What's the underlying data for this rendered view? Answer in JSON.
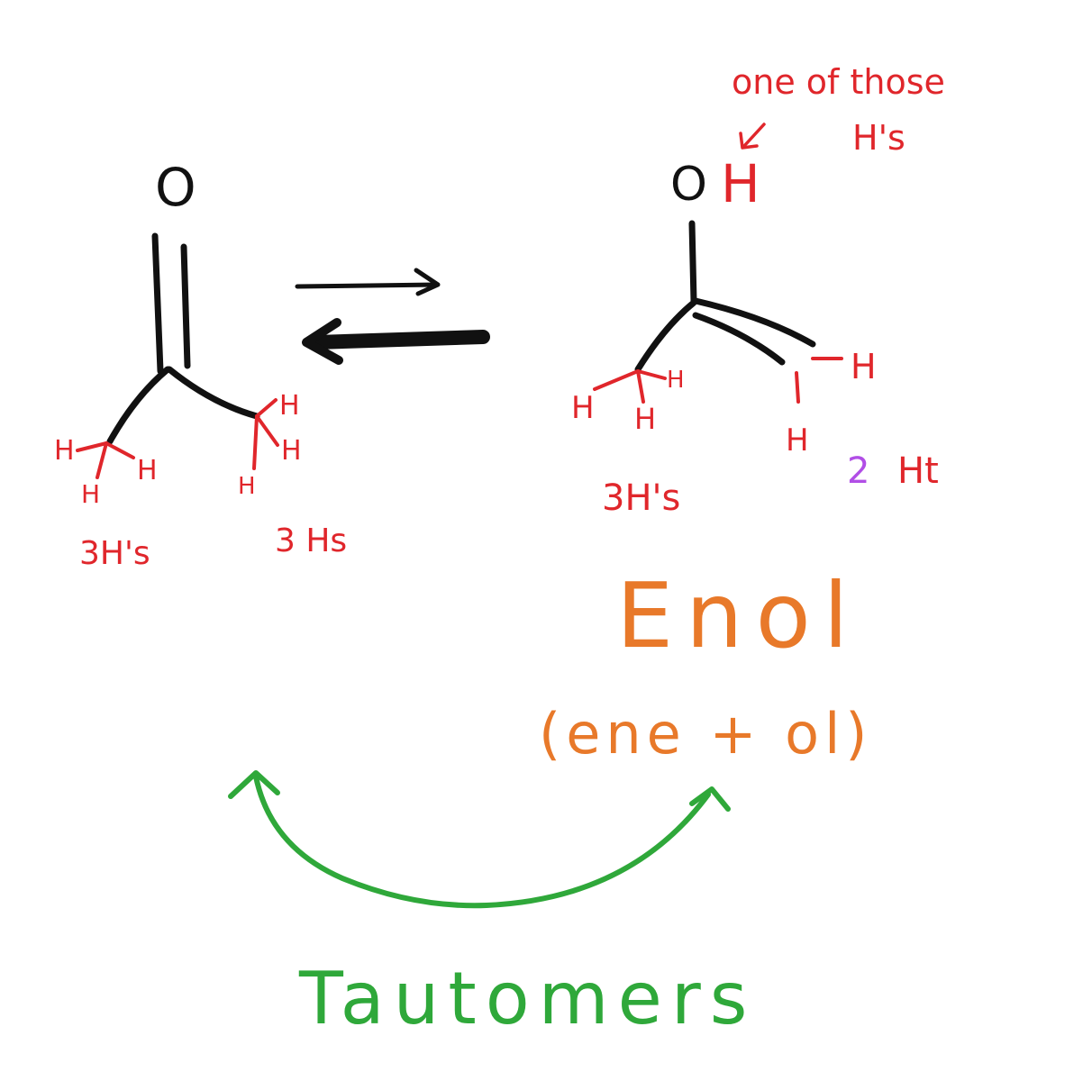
{
  "colors": {
    "bond": "#111111",
    "hydrogen": "#e0262b",
    "enol_label": "#e8792a",
    "count_highlight": "#b14ee6",
    "tautomers": "#2fa83a"
  },
  "ketone": {
    "oxygen": "O",
    "h_left_top": "H",
    "h_left_right": "H",
    "h_left_bottom": "H",
    "h_right_top": "H",
    "h_right_mid": "H",
    "h_right_bottom": "H",
    "count_left": "3H's",
    "count_right": "3 Hs"
  },
  "enol": {
    "oxygen": "O",
    "hydroxyl_h": "H",
    "h_methyl_left": "H",
    "h_methyl_bottom": "H",
    "h_methyl_right": "H",
    "h_vinyl_right": "H",
    "h_vinyl_bottom": "H",
    "count_methyl": "3H's",
    "count_vinyl_number": "2",
    "count_vinyl_label": "Ht",
    "note_line1": "one of those",
    "note_line2": "H's",
    "name": "Enol",
    "etymology": "(ene + ol)"
  },
  "tautomers_label": "Tautomers"
}
